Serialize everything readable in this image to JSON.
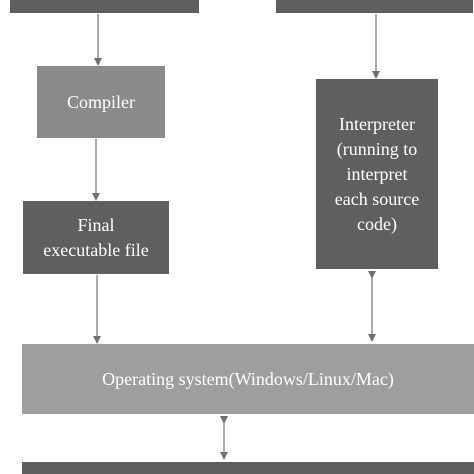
{
  "diagram": {
    "nodes": {
      "top_left": {
        "label": ""
      },
      "top_right": {
        "label": ""
      },
      "compiler": {
        "label": "Compiler"
      },
      "interpreter": {
        "label": "Interpreter\n(running to\ninterpret\neach source\ncode)"
      },
      "final_executable": {
        "label": "Final\nexecutable file"
      },
      "operating_system": {
        "label": "Operating system(Windows/Linux/Mac)"
      },
      "bottom": {
        "label": ""
      }
    }
  }
}
